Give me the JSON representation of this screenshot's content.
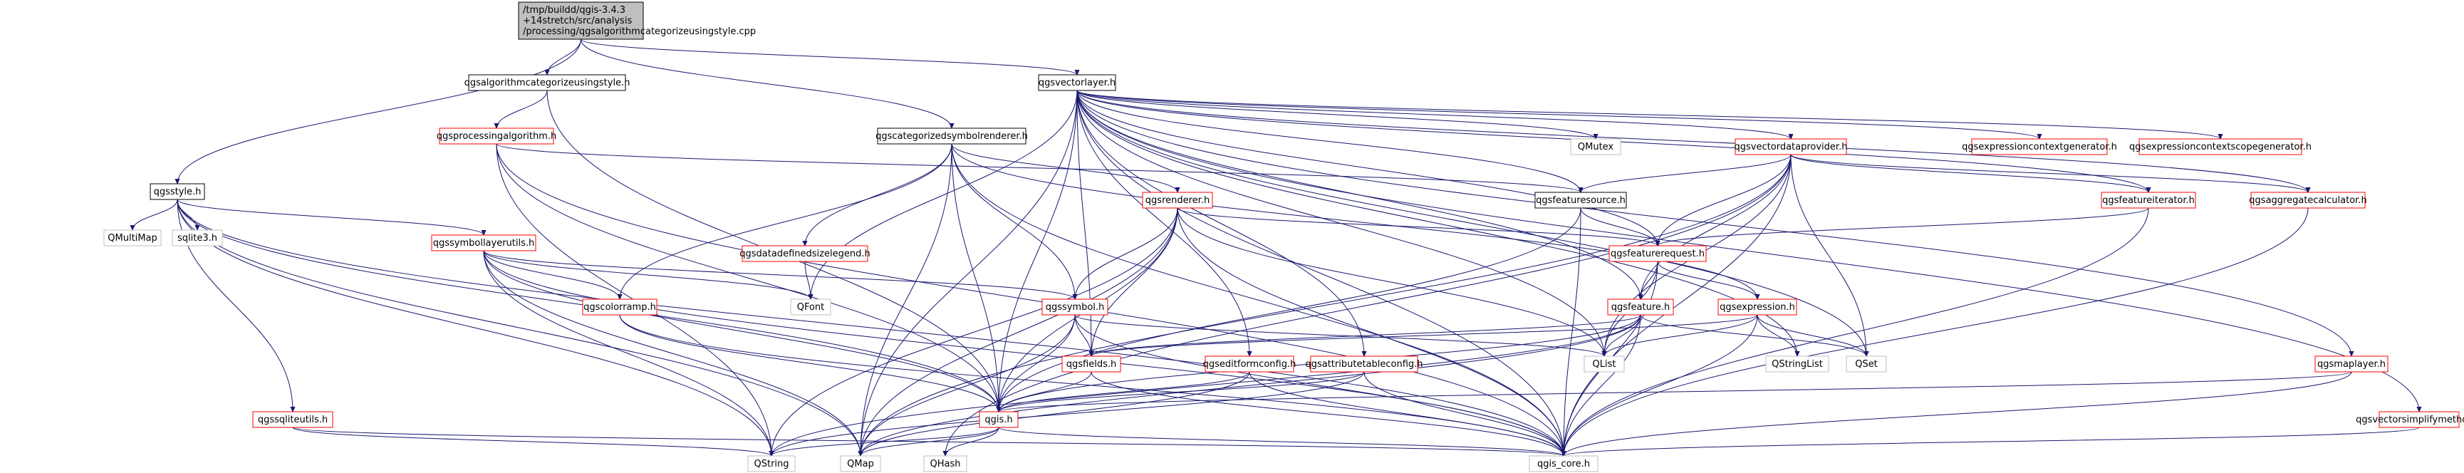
{
  "graph": {
    "colors": {
      "edge": "#191970",
      "red_border": "#ff0000",
      "gray_border": "#bfbfbf",
      "root_fill": "#bfbfbf"
    },
    "nodes": [
      {
        "id": "root",
        "lines": [
          "/tmp/buildd/qgis-3.4.3",
          "+14stretch/src/analysis",
          "/processing/qgsalgorithmcategorizeusingstyle.cpp"
        ],
        "style": "root"
      },
      {
        "id": "qgsalgorithmcategorizeusingstyle_h",
        "lines": [
          "qgsalgorithmcategorizeusingstyle.h"
        ],
        "style": "black"
      },
      {
        "id": "qgsvectorlayer_h",
        "lines": [
          "qgsvectorlayer.h"
        ],
        "style": "black"
      },
      {
        "id": "qgsprocessingalgorithm_h",
        "lines": [
          "qgsprocessingalgorithm.h"
        ],
        "style": "red"
      },
      {
        "id": "qgscategorizedsymbolrenderer_h",
        "lines": [
          "qgscategorizedsymbolrenderer.h"
        ],
        "style": "black"
      },
      {
        "id": "qgsstyle_h",
        "lines": [
          "qgsstyle.h"
        ],
        "style": "black"
      },
      {
        "id": "qmultimap",
        "lines": [
          "QMultiMap"
        ],
        "style": "gray"
      },
      {
        "id": "sqlite3_h",
        "lines": [
          "sqlite3.h"
        ],
        "style": "gray"
      },
      {
        "id": "qgssymbollayerutils_h",
        "lines": [
          "qgssymbollayerutils.h"
        ],
        "style": "red"
      },
      {
        "id": "qgscolorramp_h",
        "lines": [
          "qgscolorramp.h"
        ],
        "style": "red"
      },
      {
        "id": "qgssymbol_h",
        "lines": [
          "qgssymbol.h"
        ],
        "style": "red"
      },
      {
        "id": "qgsdatadefinedsizelegend_h",
        "lines": [
          "qgsdatadefinedsizelegend.h"
        ],
        "style": "red"
      },
      {
        "id": "qfont",
        "lines": [
          "QFont"
        ],
        "style": "gray"
      },
      {
        "id": "qgsrenderer_h",
        "lines": [
          "qgsrenderer.h"
        ],
        "style": "red"
      },
      {
        "id": "qmutex",
        "lines": [
          "QMutex"
        ],
        "style": "gray"
      },
      {
        "id": "qgsvectordataprovider_h",
        "lines": [
          "qgsvectordataprovider.h"
        ],
        "style": "red"
      },
      {
        "id": "qgsfeaturesource_h",
        "lines": [
          "qgsfeaturesource.h"
        ],
        "style": "black"
      },
      {
        "id": "qgsfeaturerequest_h",
        "lines": [
          "qgsfeaturerequest.h"
        ],
        "style": "red"
      },
      {
        "id": "qgsfeature_h",
        "lines": [
          "qgsfeature.h"
        ],
        "style": "red"
      },
      {
        "id": "qgsexpression_h",
        "lines": [
          "qgsexpression.h"
        ],
        "style": "red"
      },
      {
        "id": "qgsfeatureiterator_h",
        "lines": [
          "qgsfeatureiterator.h"
        ],
        "style": "red"
      },
      {
        "id": "qgsaggregatecalculator_h",
        "lines": [
          "qgsaggregatecalculator.h"
        ],
        "style": "red"
      },
      {
        "id": "qgsexpressioncontextgenerator_h",
        "lines": [
          "qgsexpressioncontextgenerator.h"
        ],
        "style": "red"
      },
      {
        "id": "qgsexpressioncontextscopegenerator_h",
        "lines": [
          "qgsexpressioncontextscopegenerator.h"
        ],
        "style": "red"
      },
      {
        "id": "qgsfields_h",
        "lines": [
          "qgsfields.h"
        ],
        "style": "red"
      },
      {
        "id": "qgseditformconfig_h",
        "lines": [
          "qgseditformconfig.h"
        ],
        "style": "red"
      },
      {
        "id": "qgsattributetableconfig_h",
        "lines": [
          "qgsattributetableconfig.h"
        ],
        "style": "red"
      },
      {
        "id": "qlist",
        "lines": [
          "QList"
        ],
        "style": "gray"
      },
      {
        "id": "qstringlist",
        "lines": [
          "QStringList"
        ],
        "style": "gray"
      },
      {
        "id": "qset",
        "lines": [
          "QSet"
        ],
        "style": "gray"
      },
      {
        "id": "qgsmaplayer_h",
        "lines": [
          "qgsmaplayer.h"
        ],
        "style": "red"
      },
      {
        "id": "qgsvectorsimplifymethod_h",
        "lines": [
          "qgsvectorsimplifymethod.h"
        ],
        "style": "red"
      },
      {
        "id": "qgssqliteutils_h",
        "lines": [
          "qgssqliteutils.h"
        ],
        "style": "red"
      },
      {
        "id": "qgis_h",
        "lines": [
          "qgis.h"
        ],
        "style": "red"
      },
      {
        "id": "qstring",
        "lines": [
          "QString"
        ],
        "style": "gray"
      },
      {
        "id": "qmap",
        "lines": [
          "QMap"
        ],
        "style": "gray"
      },
      {
        "id": "qhash",
        "lines": [
          "QHash"
        ],
        "style": "gray"
      },
      {
        "id": "qgis_core_h",
        "lines": [
          "qgis_core.h"
        ],
        "style": "gray"
      }
    ],
    "edges": [
      [
        "root",
        "qgsalgorithmcategorizeusingstyle_h"
      ],
      [
        "root",
        "qgsvectorlayer_h"
      ],
      [
        "root",
        "qgsstyle_h"
      ],
      [
        "root",
        "qgscategorizedsymbolrenderer_h"
      ],
      [
        "qgsalgorithmcategorizeusingstyle_h",
        "qgsprocessingalgorithm_h"
      ],
      [
        "qgsalgorithmcategorizeusingstyle_h",
        "qgis_h"
      ],
      [
        "qgsprocessingalgorithm_h",
        "qgis_h"
      ],
      [
        "qgsprocessingalgorithm_h",
        "qgsfeaturesource_h"
      ],
      [
        "qgsprocessingalgorithm_h",
        "qgis_core_h"
      ],
      [
        "qgsprocessingalgorithm_h",
        "qstring"
      ],
      [
        "qgsstyle_h",
        "qmultimap"
      ],
      [
        "qgsstyle_h",
        "sqlite3_h"
      ],
      [
        "qgsstyle_h",
        "qgssymbollayerutils_h"
      ],
      [
        "qgsstyle_h",
        "qgssqliteutils_h"
      ],
      [
        "qgsstyle_h",
        "qgis_h"
      ],
      [
        "qgsstyle_h",
        "qgis_core_h"
      ],
      [
        "qgsstyle_h",
        "qstring"
      ],
      [
        "qgsstyle_h",
        "qmap"
      ],
      [
        "qgssymbollayerutils_h",
        "qgscolorramp_h"
      ],
      [
        "qgssymbollayerutils_h",
        "qgssymbol_h"
      ],
      [
        "qgssymbollayerutils_h",
        "qfont"
      ],
      [
        "qgssymbollayerutils_h",
        "qgis_h"
      ],
      [
        "qgssymbollayerutils_h",
        "qgis_core_h"
      ],
      [
        "qgssymbollayerutils_h",
        "qmap"
      ],
      [
        "qgssymbollayerutils_h",
        "qstring"
      ],
      [
        "qgscolorramp_h",
        "qgis_h"
      ],
      [
        "qgscolorramp_h",
        "qgis_core_h"
      ],
      [
        "qgssqliteutils_h",
        "qgis_core_h"
      ],
      [
        "qgssqliteutils_h",
        "qstring"
      ],
      [
        "qgscategorizedsymbolrenderer_h",
        "qgsrenderer_h"
      ],
      [
        "qgscategorizedsymbolrenderer_h",
        "qgssymbol_h"
      ],
      [
        "qgscategorizedsymbolrenderer_h",
        "qgsdatadefinedsizelegend_h"
      ],
      [
        "qgscategorizedsymbolrenderer_h",
        "qgscolorramp_h"
      ],
      [
        "qgscategorizedsymbolrenderer_h",
        "qgis_h"
      ],
      [
        "qgscategorizedsymbolrenderer_h",
        "qgis_core_h"
      ],
      [
        "qgscategorizedsymbolrenderer_h",
        "qgsexpression_h"
      ],
      [
        "qgscategorizedsymbolrenderer_h",
        "qmap"
      ],
      [
        "qgsdatadefinedsizelegend_h",
        "qfont"
      ],
      [
        "qgsrenderer_h",
        "qgssymbol_h"
      ],
      [
        "qgsrenderer_h",
        "qgsfeaturerequest_h"
      ],
      [
        "qgsrenderer_h",
        "qgsfields_h"
      ],
      [
        "qgsrenderer_h",
        "qgis_h"
      ],
      [
        "qgsrenderer_h",
        "qgis_core_h"
      ],
      [
        "qgsrenderer_h",
        "qlist"
      ],
      [
        "qgsrenderer_h",
        "qstring"
      ],
      [
        "qgsrenderer_h",
        "qmap"
      ],
      [
        "qgssymbol_h",
        "qgsfields_h"
      ],
      [
        "qgssymbol_h",
        "qgis_h"
      ],
      [
        "qgssymbol_h",
        "qgis_core_h"
      ],
      [
        "qgssymbol_h",
        "qmap"
      ],
      [
        "qgssymbol_h",
        "qlist"
      ],
      [
        "qgsvectorlayer_h",
        "qmutex"
      ],
      [
        "qgsvectorlayer_h",
        "qgsvectordataprovider_h"
      ],
      [
        "qgsvectorlayer_h",
        "qgsfeaturesource_h"
      ],
      [
        "qgsvectorlayer_h",
        "qgsfeaturerequest_h"
      ],
      [
        "qgsvectorlayer_h",
        "qgsfeature_h"
      ],
      [
        "qgsvectorlayer_h",
        "qgsexpressioncontextgenerator_h"
      ],
      [
        "qgsvectorlayer_h",
        "qgsexpressioncontextscopegenerator_h"
      ],
      [
        "qgsvectorlayer_h",
        "qgsaggregatecalculator_h"
      ],
      [
        "qgsvectorlayer_h",
        "qgsfeatureiterator_h"
      ],
      [
        "qgsvectorlayer_h",
        "qgseditformconfig_h"
      ],
      [
        "qgsvectorlayer_h",
        "qgsattributetableconfig_h"
      ],
      [
        "qgsvectorlayer_h",
        "qgsmaplayer_h"
      ],
      [
        "qgsvectorlayer_h",
        "qgsvectorsimplifymethod_h"
      ],
      [
        "qgsvectorlayer_h",
        "qgsfields_h"
      ],
      [
        "qgsvectorlayer_h",
        "qgis_h"
      ],
      [
        "qgsvectorlayer_h",
        "qgis_core_h"
      ],
      [
        "qgsvectorlayer_h",
        "qfont"
      ],
      [
        "qgsvectorlayer_h",
        "qlist"
      ],
      [
        "qgsvectorlayer_h",
        "qstringlist"
      ],
      [
        "qgsvectorlayer_h",
        "qset"
      ],
      [
        "qgsvectorlayer_h",
        "qmap"
      ],
      [
        "qgsvectordataprovider_h",
        "qgsfeaturesource_h"
      ],
      [
        "qgsvectordataprovider_h",
        "qgsfeaturerequest_h"
      ],
      [
        "qgsvectordataprovider_h",
        "qgsfeature_h"
      ],
      [
        "qgsvectordataprovider_h",
        "qgsfeatureiterator_h"
      ],
      [
        "qgsvectordataprovider_h",
        "qgsaggregatecalculator_h"
      ],
      [
        "qgsvectordataprovider_h",
        "qgis_core_h"
      ],
      [
        "qgsvectordataprovider_h",
        "qlist"
      ],
      [
        "qgsvectordataprovider_h",
        "qset"
      ],
      [
        "qgsvectordataprovider_h",
        "qmap"
      ],
      [
        "qgsvectordataprovider_h",
        "qhash"
      ],
      [
        "qgsfeaturesource_h",
        "qgsfeaturerequest_h"
      ],
      [
        "qgsfeaturesource_h",
        "qgis_core_h"
      ],
      [
        "qgsfeaturesource_h",
        "qgis_h"
      ],
      [
        "qgsfeaturerequest_h",
        "qgsfeature_h"
      ],
      [
        "qgsfeaturerequest_h",
        "qgsexpression_h"
      ],
      [
        "qgsfeaturerequest_h",
        "qgis_core_h"
      ],
      [
        "qgsfeaturerequest_h",
        "qlist"
      ],
      [
        "qgsfeatureiterator_h",
        "qgsfeaturerequest_h"
      ],
      [
        "qgsfeatureiterator_h",
        "qgis_core_h"
      ],
      [
        "qgsaggregatecalculator_h",
        "qgis_core_h"
      ],
      [
        "qgsfeature_h",
        "qgsfields_h"
      ],
      [
        "qgsfeature_h",
        "qgis_h"
      ],
      [
        "qgsfeature_h",
        "qgis_core_h"
      ],
      [
        "qgsfeature_h",
        "qlist"
      ],
      [
        "qgsfeature_h",
        "qset"
      ],
      [
        "qgsfeature_h",
        "qmap"
      ],
      [
        "qgsfeature_h",
        "qstring"
      ],
      [
        "qgsexpression_h",
        "qgsfields_h"
      ],
      [
        "qgsexpression_h",
        "qgis_core_h"
      ],
      [
        "qgsexpression_h",
        "qstringlist"
      ],
      [
        "qgsexpression_h",
        "qset"
      ],
      [
        "qgsexpression_h",
        "qlist"
      ],
      [
        "qgsfields_h",
        "qgis_h"
      ],
      [
        "qgsfields_h",
        "qgis_core_h"
      ],
      [
        "qgseditformconfig_h",
        "qgis_h"
      ],
      [
        "qgseditformconfig_h",
        "qgis_core_h"
      ],
      [
        "qgseditformconfig_h",
        "qmap"
      ],
      [
        "qgsattributetableconfig_h",
        "qgis_core_h"
      ],
      [
        "qgsattributetableconfig_h",
        "qgis_h"
      ],
      [
        "qgsattributetableconfig_h",
        "qstring"
      ],
      [
        "qgsmaplayer_h",
        "qgis_h"
      ],
      [
        "qgsmaplayer_h",
        "qgis_core_h"
      ],
      [
        "qgsvectorsimplifymethod_h",
        "qgis_core_h"
      ],
      [
        "qgis_h",
        "qstring"
      ],
      [
        "qgis_h",
        "qmap"
      ],
      [
        "qgis_h",
        "qhash"
      ],
      [
        "qgis_h",
        "qgis_core_h"
      ]
    ]
  }
}
